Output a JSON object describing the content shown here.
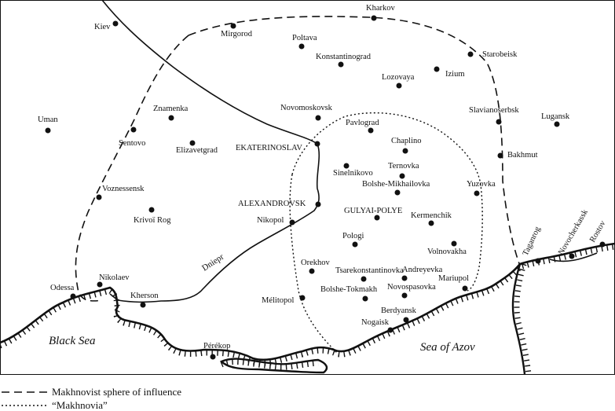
{
  "legend": {
    "sphere_label": "Makhnovist sphere of influence",
    "makhnovia_label": "“Makhnovia”"
  },
  "seas": {
    "black_sea": "Black Sea",
    "azov": "Sea of Azov"
  },
  "river": "Dniepr",
  "cities": {
    "kiev": "Kiev",
    "mirgorod": "Mirgorod",
    "kharkov": "Kharkov",
    "poltava": "Poltava",
    "konstantinograd": "Konstantinograd",
    "lozovaya": "Lozovaya",
    "izium": "Izium",
    "starobeisk": "Starobeisk",
    "uman": "Uman",
    "znamenka": "Znamenka",
    "sentovo": "Sentovo",
    "elizavetgrad": "Elizavetgrad",
    "novomoskovsk": "Novomoskovsk",
    "pavlograd": "Pavlograd",
    "slavianoserbsk": "Slavianoserbsk",
    "lugansk": "Lugansk",
    "ekaterinoslav": "EKATERINOSLAV",
    "chaplino": "Chaplino",
    "bakhmut": "Bakhmut",
    "sinelnikovo": "Sinelnikovo",
    "ternovka": "Ternovka",
    "voznessensk": "Voznessensk",
    "bolshe_mikhailovka": "Bolshe-Mikhailovka",
    "yuzovka": "Yuzovka",
    "alexandrovsk": "ALEXANDROVSK",
    "gulyai_polye": "GULYAI-POLYE",
    "kermenchik": "Kermenchik",
    "krivoi_rog": "Krivoï Rog",
    "nikopol": "Nikopol",
    "pologi": "Pologi",
    "volnovakha": "Volnovakha",
    "taganrog": "Taganrog",
    "novocherkassk": "Novocherkassk",
    "rostov": "Rostov",
    "orekhov": "Orekhov",
    "tsarekonstantinovka": "Tsarekonstantinovka",
    "andreyevka": "Andreyevka",
    "mariupol": "Mariupol",
    "odessa": "Odessa",
    "nikolaev": "Nikolaev",
    "kherson": "Kherson",
    "bolshe_tokmakh": "Bolshe-Tokmakh",
    "novospasovka": "Novospasovka",
    "melitopol": "Mélitopol",
    "berdyansk": "Berdyansk",
    "nogaisk": "Nogaisk",
    "perekop": "Pérékop"
  }
}
